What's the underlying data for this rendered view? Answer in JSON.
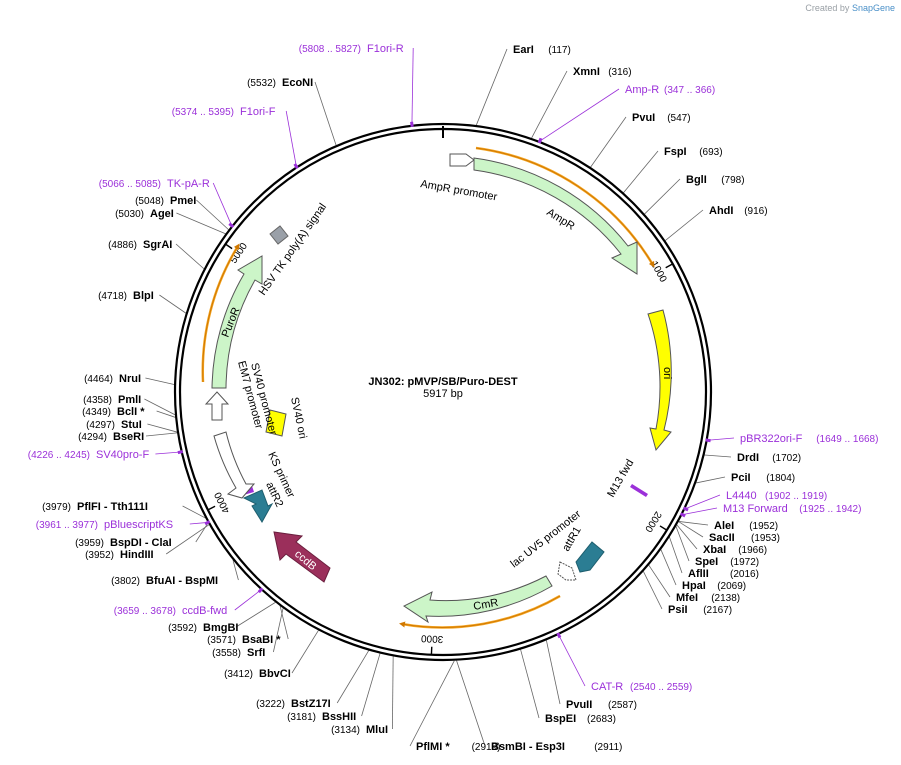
{
  "credit": {
    "prefix": "Created by",
    "brand": "SnapGene"
  },
  "plasmid": {
    "name": "JN302: pMVP/SB/Puro-DEST",
    "length_label": "5917 bp",
    "length": 5917
  },
  "ticks": [
    "1000",
    "2000",
    "3000",
    "4000",
    "5000"
  ],
  "colors": {
    "backbone": "#000000",
    "ampr": "#ccf5c8",
    "ori": "#ffff00",
    "cmr": "#ccf5c8",
    "puror": "#ccf5c8",
    "att": "#2b7d93",
    "ccdb": "#9b2f5b",
    "primer": "#9b30d9",
    "orf_outline": "#f5a623",
    "sv40ori": "#ffff00",
    "polya": "#9aa0a8"
  },
  "features": [
    {
      "name": "AmpR promoter",
      "kind": "promoter"
    },
    {
      "name": "AmpR",
      "kind": "cds"
    },
    {
      "name": "ori",
      "kind": "rep_origin"
    },
    {
      "name": "M13 fwd",
      "kind": "primer_bind"
    },
    {
      "name": "lac UV5 promoter",
      "kind": "promoter"
    },
    {
      "name": "attR1",
      "kind": "recomb"
    },
    {
      "name": "CmR",
      "kind": "cds"
    },
    {
      "name": "ccdB",
      "kind": "cds"
    },
    {
      "name": "attR2",
      "kind": "recomb"
    },
    {
      "name": "KS primer",
      "kind": "primer_bind"
    },
    {
      "name": "EM7 promoter",
      "kind": "promoter"
    },
    {
      "name": "SV40 promoter",
      "kind": "promoter"
    },
    {
      "name": "SV40 ori",
      "kind": "rep_origin"
    },
    {
      "name": "PuroR",
      "kind": "cds"
    },
    {
      "name": "HSV TK poly(A) signal",
      "kind": "polyA"
    }
  ],
  "sites": [
    {
      "name": "EarI",
      "pos": "(117)"
    },
    {
      "name": "XmnI",
      "pos": "(316)"
    },
    {
      "name": "Amp-R",
      "pos": "(347 .. 366)",
      "primer": true
    },
    {
      "name": "PvuI",
      "pos": "(547)"
    },
    {
      "name": "FspI",
      "pos": "(693)"
    },
    {
      "name": "BglI",
      "pos": "(798)"
    },
    {
      "name": "AhdI",
      "pos": "(916)"
    },
    {
      "name": "pBR322ori-F",
      "pos": "(1649 .. 1668)",
      "primer": true
    },
    {
      "name": "DrdI",
      "pos": "(1702)"
    },
    {
      "name": "PciI",
      "pos": "(1804)"
    },
    {
      "name": "L4440",
      "pos": "(1902 .. 1919)",
      "primer": true
    },
    {
      "name": "M13 Forward",
      "pos": "(1925 .. 1942)",
      "primer": true
    },
    {
      "name": "AleI",
      "pos": "(1952)"
    },
    {
      "name": "SacII",
      "pos": "(1953)"
    },
    {
      "name": "XbaI",
      "pos": "(1966)"
    },
    {
      "name": "SpeI",
      "pos": "(1972)"
    },
    {
      "name": "AflII",
      "pos": "(2016)"
    },
    {
      "name": "HpaI",
      "pos": "(2069)"
    },
    {
      "name": "MfeI",
      "pos": "(2138)"
    },
    {
      "name": "PsiI",
      "pos": "(2167)"
    },
    {
      "name": "CAT-R",
      "pos": "(2540 .. 2559)",
      "primer": true
    },
    {
      "name": "PvuII",
      "pos": "(2587)"
    },
    {
      "name": "BspEI",
      "pos": "(2683)"
    },
    {
      "name": "BsmBI  - Esp3I",
      "pos": "(2911)"
    },
    {
      "name": "PflMI *",
      "pos": "(2919)"
    },
    {
      "name": "MluI",
      "pos": "(3134)"
    },
    {
      "name": "BssHII",
      "pos": "(3181)"
    },
    {
      "name": "BstZ17I",
      "pos": "(3222)"
    },
    {
      "name": "BbvCI",
      "pos": "(3412)"
    },
    {
      "name": "SrfI",
      "pos": "(3558)"
    },
    {
      "name": "BsaBI *",
      "pos": "(3571)"
    },
    {
      "name": "BmgBI",
      "pos": "(3592)"
    },
    {
      "name": "ccdB-fwd",
      "pos": "(3659 .. 3678)",
      "primer": true
    },
    {
      "name": "BfuAI  - BspMI",
      "pos": "(3802)"
    },
    {
      "name": "HindIII",
      "pos": "(3952)"
    },
    {
      "name": "BspDI  - ClaI",
      "pos": "(3959)"
    },
    {
      "name": "pBluescriptKS",
      "pos": "(3961 .. 3977)",
      "primer": true
    },
    {
      "name": "PflFI  - Tth111I",
      "pos": "(3979)"
    },
    {
      "name": "SV40pro-F",
      "pos": "(4226 .. 4245)",
      "primer": true
    },
    {
      "name": "BseRI",
      "pos": "(4294)"
    },
    {
      "name": "StuI",
      "pos": "(4297)"
    },
    {
      "name": "BclI *",
      "pos": "(4349)"
    },
    {
      "name": "PmlI",
      "pos": "(4358)"
    },
    {
      "name": "NruI",
      "pos": "(4464)"
    },
    {
      "name": "BlpI",
      "pos": "(4718)"
    },
    {
      "name": "SgrAI",
      "pos": "(4886)"
    },
    {
      "name": "AgeI",
      "pos": "(5030)"
    },
    {
      "name": "PmeI",
      "pos": "(5048)"
    },
    {
      "name": "TK-pA-R",
      "pos": "(5066 .. 5085)",
      "primer": true
    },
    {
      "name": "F1ori-F",
      "pos": "(5374 .. 5395)",
      "primer": true
    },
    {
      "name": "EcoNI",
      "pos": "(5532)"
    },
    {
      "name": "F1ori-R",
      "pos": "(5808 .. 5827)",
      "primer": true
    }
  ]
}
